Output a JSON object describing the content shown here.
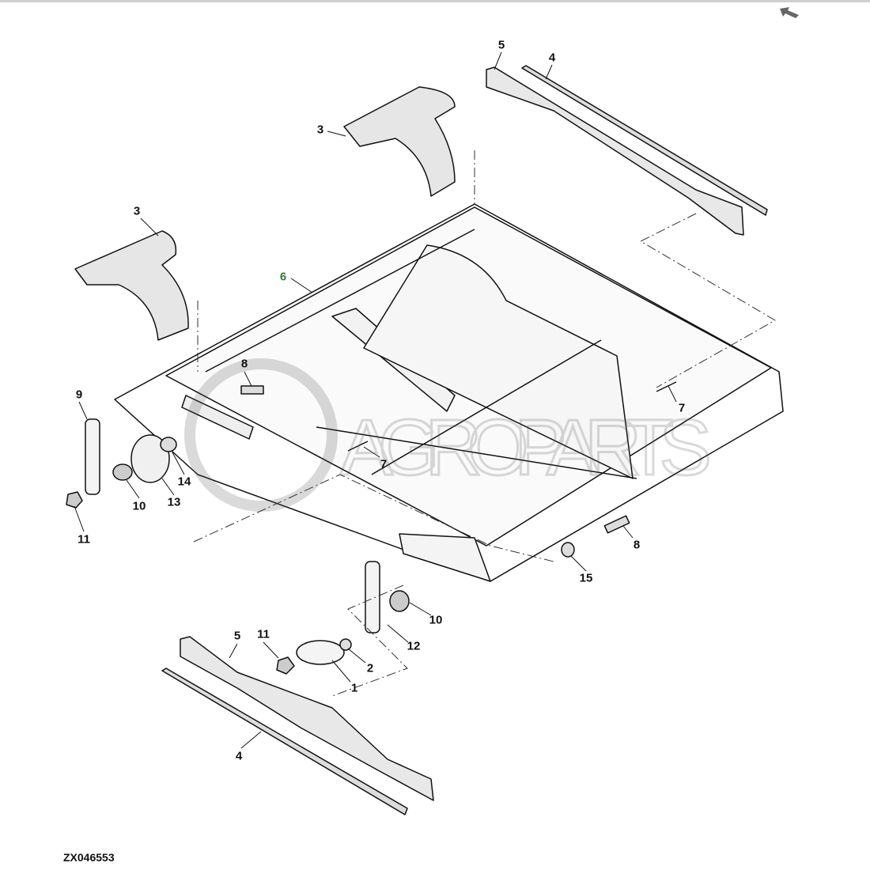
{
  "watermark": "AGROPARTS",
  "drawing_id": "ZX046553",
  "nav": {
    "back_icon": "back-arrow-icon"
  },
  "callouts": [
    {
      "label": "5"
    },
    {
      "label": "4"
    },
    {
      "label": "3"
    },
    {
      "label": "3"
    },
    {
      "label": "6"
    },
    {
      "label": "8"
    },
    {
      "label": "9"
    },
    {
      "label": "7"
    },
    {
      "label": "7"
    },
    {
      "label": "14"
    },
    {
      "label": "13"
    },
    {
      "label": "10"
    },
    {
      "label": "11"
    },
    {
      "label": "8"
    },
    {
      "label": "15"
    },
    {
      "label": "10"
    },
    {
      "label": "11"
    },
    {
      "label": "12"
    },
    {
      "label": "2"
    },
    {
      "label": "5"
    },
    {
      "label": "1"
    },
    {
      "label": "4"
    }
  ],
  "colors": {
    "highlight_callout": "#2e7d32",
    "line": "#111111",
    "foam": "#e6e6e6"
  }
}
